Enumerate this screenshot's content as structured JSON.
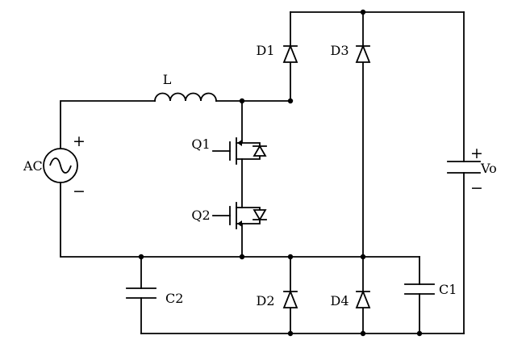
{
  "schematic": {
    "background_color": "#ffffff",
    "line_color": "#000000",
    "ac_source": {
      "label": "AC",
      "plus": "+",
      "minus": "−"
    },
    "inductor": {
      "label": "L"
    },
    "switches": [
      {
        "label": "Q1"
      },
      {
        "label": "Q2"
      }
    ],
    "diodes": [
      {
        "label": "D1"
      },
      {
        "label": "D2"
      },
      {
        "label": "D3"
      },
      {
        "label": "D4"
      }
    ],
    "capacitors": [
      {
        "label": "C2"
      },
      {
        "label": "C1"
      }
    ],
    "output": {
      "label": "Vo",
      "plus": "+",
      "minus": "−"
    }
  }
}
